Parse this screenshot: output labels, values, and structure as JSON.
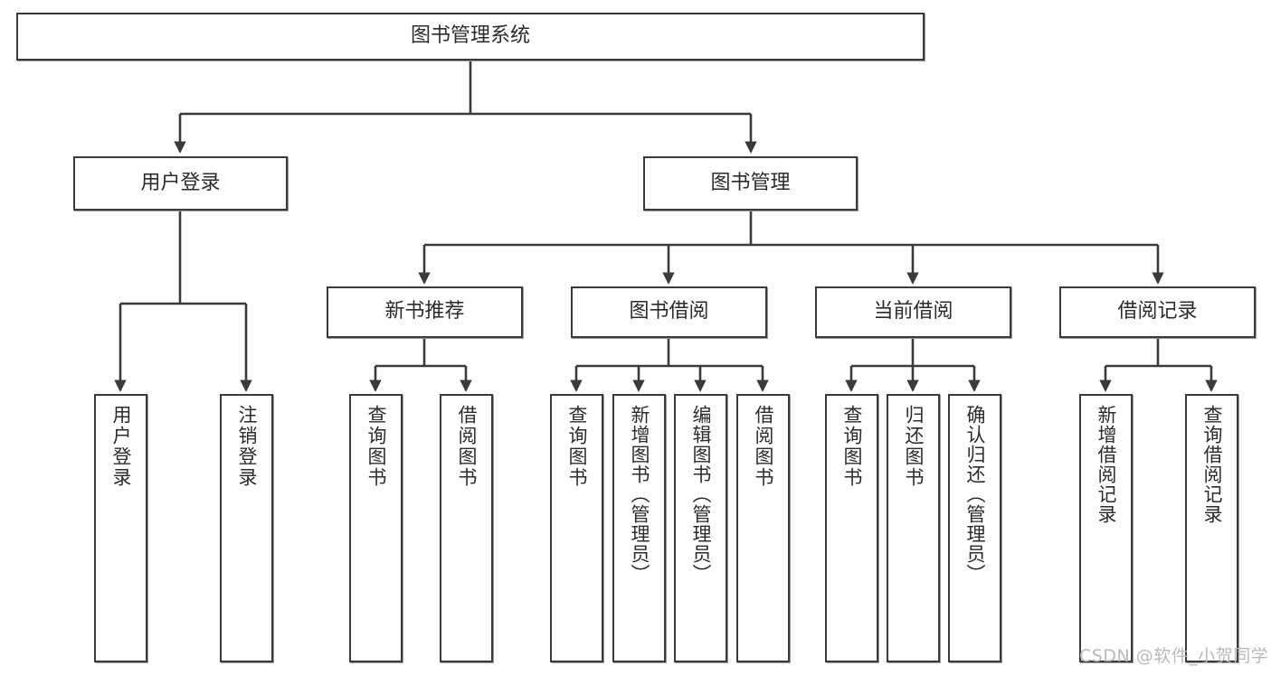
{
  "diagram": {
    "type": "tree",
    "title": "图书管理系统",
    "orientation": "top-down",
    "colors": {
      "node_border": "#3a3a3a",
      "node_fill": "#ffffff",
      "connector": "#3a3a3a",
      "text": "#2b2b2b",
      "watermark": "#b9b9b9",
      "background": "#ffffff"
    },
    "root": {
      "label": "图书管理系统"
    },
    "level2": [
      {
        "label": "用户登录"
      },
      {
        "label": "图书管理"
      }
    ],
    "level3": [
      {
        "label": "新书推荐"
      },
      {
        "label": "图书借阅"
      },
      {
        "label": "当前借阅"
      },
      {
        "label": "借阅记录"
      }
    ],
    "leaves": {
      "user_login": [
        {
          "label": "用户登录"
        },
        {
          "label": "注销登录"
        }
      ],
      "new_book_recommend": [
        {
          "label": "查询图书"
        },
        {
          "label": "借阅图书"
        }
      ],
      "book_borrow": [
        {
          "label": "查询图书"
        },
        {
          "label": "新增图书（管理员）"
        },
        {
          "label": "编辑图书（管理员）"
        },
        {
          "label": "借阅图书"
        }
      ],
      "current_borrow": [
        {
          "label": "查询图书"
        },
        {
          "label": "归还图书"
        },
        {
          "label": "确认归还（管理员）"
        }
      ],
      "borrow_record": [
        {
          "label": "新增借阅记录"
        },
        {
          "label": "查询借阅记录"
        }
      ]
    }
  },
  "watermark": {
    "text": "CSDN @软件_小贺同学"
  }
}
